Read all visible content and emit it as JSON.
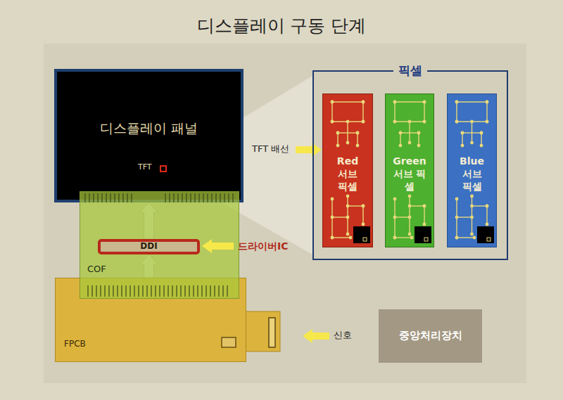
{
  "diagram": {
    "title": "디스플레이 구동 단계",
    "nodes": [
      {
        "text": [
          "디스플레이 패널"
        ]
      },
      {
        "text": [
          "COF"
        ]
      },
      {
        "text": [
          "DDI"
        ],
        "in": 1
      },
      {
        "text": [
          "FPCB"
        ]
      },
      {
        "text": [
          "픽셀"
        ]
      },
      {
        "text": [
          "Red 서브 픽셀"
        ],
        "in": 4
      },
      {
        "text": [
          "Green 서브 픽셀"
        ],
        "in": 4
      },
      {
        "text": [
          "Blue 서브 픽셀"
        ],
        "in": 4
      },
      {
        "text": [
          "중앙처리장치"
        ]
      }
    ],
    "edges": [
      {
        "from": 3,
        "to": 2,
        "arrow": "to"
      },
      {
        "from": 2,
        "to": 0,
        "arrow": "to"
      }
    ],
    "labels": [
      "TFT",
      "TFT 배선",
      "드라이버IC",
      "신호"
    ]
  }
}
